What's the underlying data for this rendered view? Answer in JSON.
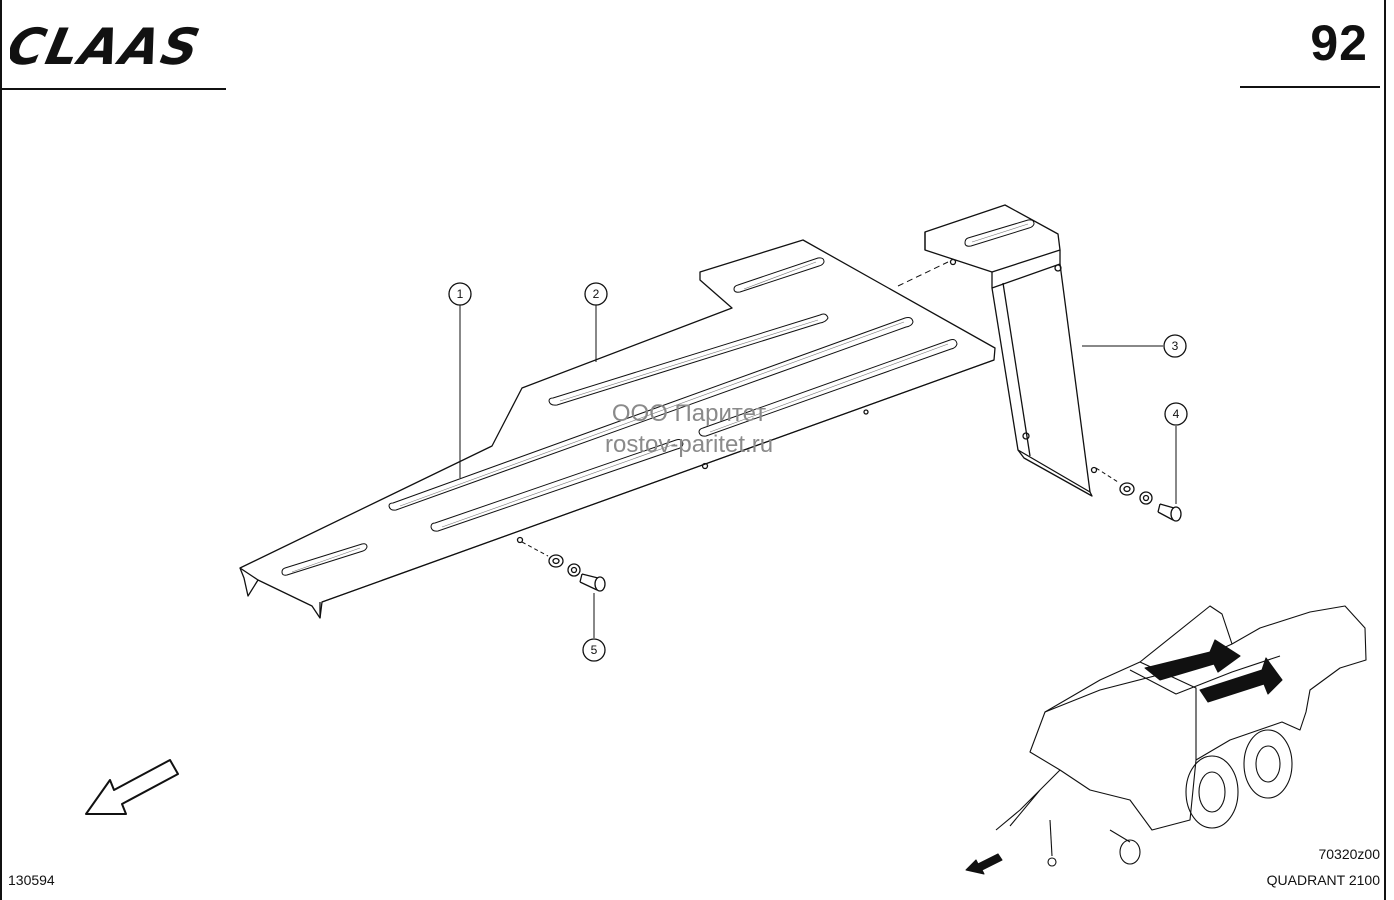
{
  "header": {
    "brand": "CLAAS",
    "page_number": "92"
  },
  "watermark": {
    "line1": "ООО Паритет",
    "line2": "rostov-paritet.ru"
  },
  "callouts": [
    "1",
    "2",
    "3",
    "4",
    "5"
  ],
  "footer": {
    "drawing_id": "130594",
    "figure_code": "70320z00",
    "model": "QUADRANT 2100"
  }
}
